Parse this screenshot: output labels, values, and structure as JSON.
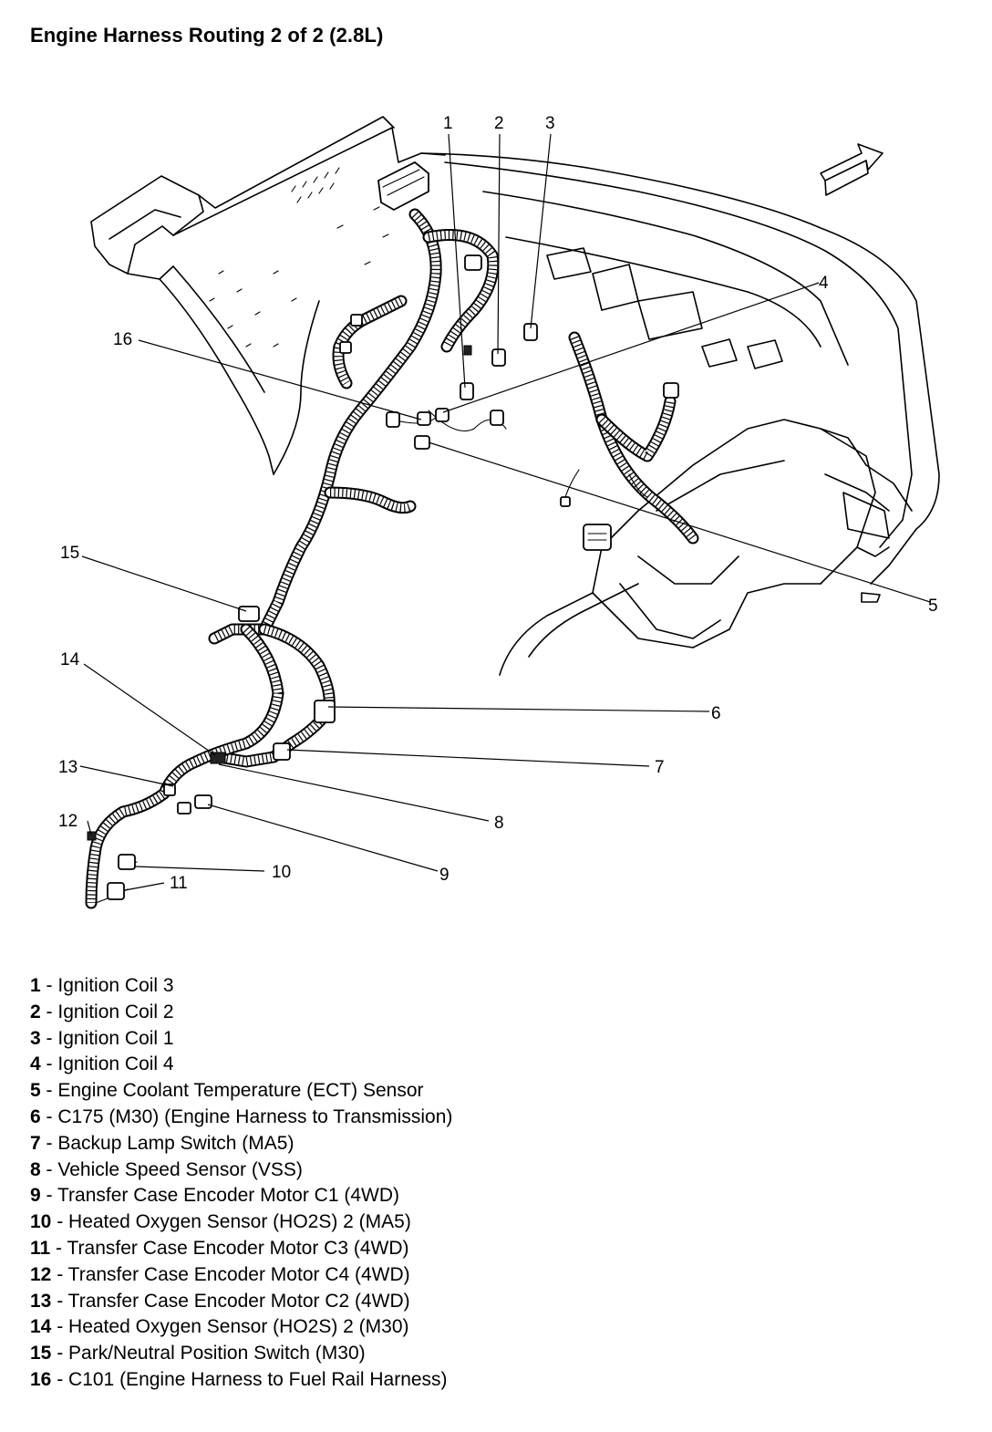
{
  "title": "Engine Harness Routing 2 of 2 (2.8L)",
  "callouts": [
    "1",
    "2",
    "3",
    "4",
    "5",
    "6",
    "7",
    "8",
    "9",
    "10",
    "11",
    "12",
    "13",
    "14",
    "15",
    "16"
  ],
  "legend": [
    {
      "num": "1",
      "text": "Ignition Coil 3"
    },
    {
      "num": "2",
      "text": "Ignition Coil 2"
    },
    {
      "num": "3",
      "text": "Ignition Coil 1"
    },
    {
      "num": "4",
      "text": "Ignition Coil 4"
    },
    {
      "num": "5",
      "text": "Engine Coolant Temperature (ECT) Sensor"
    },
    {
      "num": "6",
      "text": "C175 (M30) (Engine Harness to Transmission)"
    },
    {
      "num": "7",
      "text": "Backup Lamp Switch (MA5)"
    },
    {
      "num": "8",
      "text": "Vehicle Speed Sensor (VSS)"
    },
    {
      "num": "9",
      "text": "Transfer Case Encoder Motor C1 (4WD)"
    },
    {
      "num": "10",
      "text": "Heated Oxygen Sensor (HO2S) 2 (MA5)"
    },
    {
      "num": "11",
      "text": "Transfer Case Encoder Motor C3 (4WD)"
    },
    {
      "num": "12",
      "text": "Transfer Case Encoder Motor C4 (4WD)"
    },
    {
      "num": "13",
      "text": "Transfer Case Encoder Motor C2 (4WD)"
    },
    {
      "num": "14",
      "text": "Heated Oxygen Sensor (HO2S) 2 (M30)"
    },
    {
      "num": "15",
      "text": "Park/Neutral Position Switch (M30)"
    },
    {
      "num": "16",
      "text": "C101 (Engine Harness to Fuel Rail Harness)"
    }
  ]
}
